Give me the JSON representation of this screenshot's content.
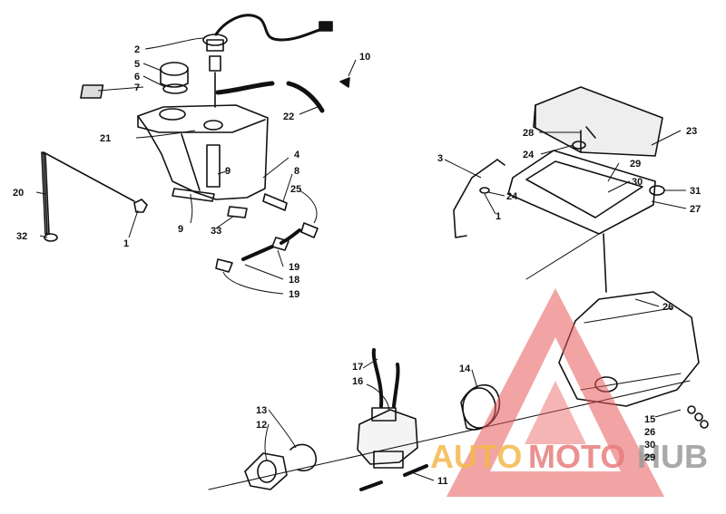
{
  "callouts": [
    {
      "id": "c2",
      "text": "2"
    },
    {
      "id": "c5",
      "text": "5"
    },
    {
      "id": "c6",
      "text": "6"
    },
    {
      "id": "c7",
      "text": "7"
    },
    {
      "id": "c10",
      "text": "10"
    },
    {
      "id": "c22",
      "text": "22"
    },
    {
      "id": "c21",
      "text": "21"
    },
    {
      "id": "c4",
      "text": "4"
    },
    {
      "id": "c8",
      "text": "8"
    },
    {
      "id": "c9a",
      "text": "9"
    },
    {
      "id": "c25",
      "text": "25"
    },
    {
      "id": "c20",
      "text": "20"
    },
    {
      "id": "c9b",
      "text": "9"
    },
    {
      "id": "c33",
      "text": "33"
    },
    {
      "id": "c1a",
      "text": "1"
    },
    {
      "id": "c32",
      "text": "32"
    },
    {
      "id": "c19a",
      "text": "19"
    },
    {
      "id": "c18",
      "text": "18"
    },
    {
      "id": "c19b",
      "text": "19"
    },
    {
      "id": "c28",
      "text": "28"
    },
    {
      "id": "c23",
      "text": "23"
    },
    {
      "id": "c24a",
      "text": "24"
    },
    {
      "id": "c3",
      "text": "3"
    },
    {
      "id": "c29a",
      "text": "29"
    },
    {
      "id": "c30a",
      "text": "30"
    },
    {
      "id": "c31",
      "text": "31"
    },
    {
      "id": "c24b",
      "text": "24"
    },
    {
      "id": "c1b",
      "text": "1"
    },
    {
      "id": "c27",
      "text": "27"
    },
    {
      "id": "c26a",
      "text": "26"
    },
    {
      "id": "c17",
      "text": "17"
    },
    {
      "id": "c16",
      "text": "16"
    },
    {
      "id": "c14",
      "text": "14"
    },
    {
      "id": "c13",
      "text": "13"
    },
    {
      "id": "c12",
      "text": "12"
    },
    {
      "id": "c15",
      "text": "15"
    },
    {
      "id": "c26b",
      "text": "26"
    },
    {
      "id": "c30b",
      "text": "30"
    },
    {
      "id": "c29b",
      "text": "29"
    },
    {
      "id": "c11",
      "text": "11"
    }
  ],
  "watermark": {
    "part1": "AUTO",
    "part2": "MOTO",
    "part3": "HUB",
    "colors": {
      "auto": "#f2b94a",
      "moto": "#e87c7c",
      "hub": "#9a9a9a",
      "triangle": "#e85a5a"
    }
  }
}
